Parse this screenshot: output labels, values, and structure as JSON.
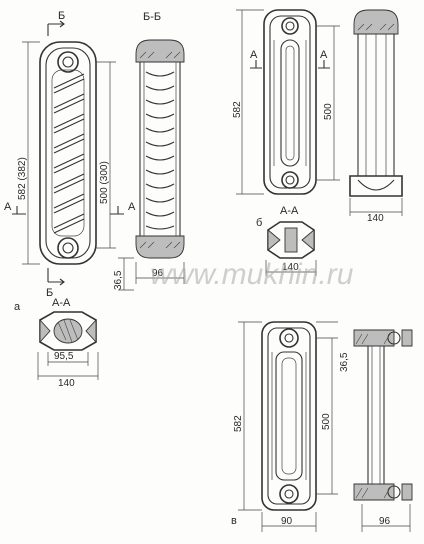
{
  "figure_a": {
    "letter": "а",
    "section_bb_label": "Б-Б",
    "cut_mark_b_top": "Б",
    "cut_mark_b_bottom": "Б",
    "cut_mark_a_left": "А",
    "cut_mark_a_right": "А",
    "height_total": "582 (382)",
    "height_centers": "500 (300)",
    "height_bottom": "36,5",
    "side_width": "96",
    "section_aa_label": "А-А",
    "aa_inner_width": "95,5",
    "aa_outer_width": "140"
  },
  "figure_b": {
    "letter": "б",
    "cut_mark_a_left": "А",
    "cut_mark_a_right": "А",
    "height_total": "582",
    "height_centers": "500",
    "side_width": "140",
    "section_aa_label": "А-А",
    "aa_width": "140"
  },
  "figure_v": {
    "letter": "в",
    "height_total": "582",
    "height_centers": "500",
    "height_top": "36,5",
    "front_width": "90",
    "side_width": "96"
  },
  "watermark": "www.mukhin.ru"
}
